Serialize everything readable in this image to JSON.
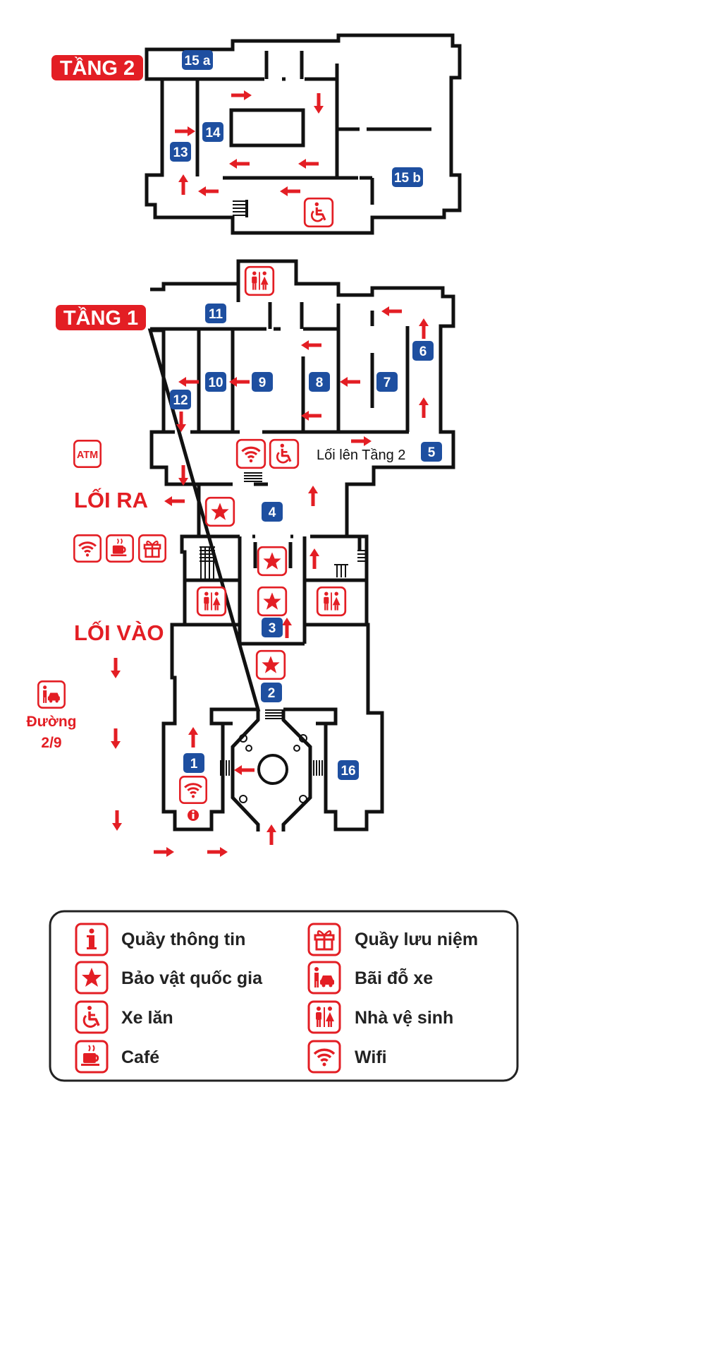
{
  "colors": {
    "red": "#e31e24",
    "blue": "#1e4fa0",
    "wall": "#111111"
  },
  "floors": {
    "floor2": {
      "title": "TẦNG 2"
    },
    "floor1": {
      "title": "TẦNG 1"
    }
  },
  "rooms": {
    "r15a": "15 a",
    "r15b": "15 b",
    "r14": "14",
    "r13": "13",
    "r11": "11",
    "r10": "10",
    "r9": "9",
    "r8": "8",
    "r7": "7",
    "r6": "6",
    "r12": "12",
    "r5": "5",
    "r4": "4",
    "r3": "3",
    "r2": "2",
    "r1": "1",
    "r16": "16"
  },
  "labels": {
    "exit": "LỐI RA",
    "entrance": "LỐI VÀO",
    "stairs_up": "Lối lên Tầng 2",
    "street_line1": "Đường",
    "street_line2": "2/9",
    "atm": "ATM"
  },
  "legend": {
    "info": "Quầy thông tin",
    "treasure": "Bảo vật quốc gia",
    "wheelchair": "Xe lăn",
    "cafe": "Café",
    "souvenir": "Quầy lưu niệm",
    "parking": "Bãi đỗ xe",
    "toilet": "Nhà vệ sinh",
    "wifi": "Wifi"
  }
}
